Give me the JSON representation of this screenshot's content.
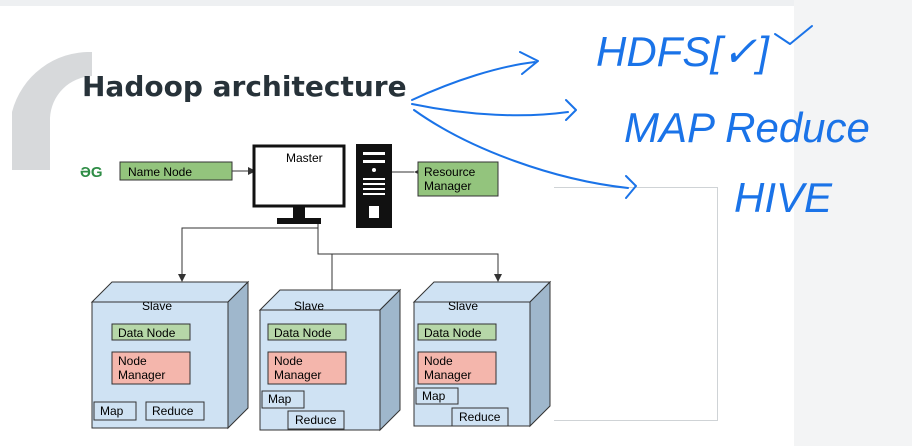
{
  "slide": {
    "heading": "Hadoop architecture"
  },
  "diagram": {
    "logo_text": "ƏG",
    "name_node": "Name Node",
    "master": "Master",
    "resource_manager": [
      "Resource",
      "Manager"
    ],
    "slaves": [
      {
        "title": "Slave",
        "data_node": "Data Node",
        "node_manager": [
          "Node",
          "Manager"
        ],
        "map": "Map",
        "reduce": "Reduce"
      },
      {
        "title": "Slave",
        "data_node": "Data Node",
        "node_manager": [
          "Node",
          "Manager"
        ],
        "map": "Map",
        "reduce": "Reduce"
      },
      {
        "title": "Slave",
        "data_node": "Data Node",
        "node_manager": [
          "Node",
          "Manager"
        ],
        "map": "Map",
        "reduce": "Reduce"
      }
    ],
    "colors": {
      "slave_face": "#cfe2f3",
      "data_node": "#b6d7a8",
      "node_manager": "#f4b6ac",
      "name_node": "#93c47d",
      "ink": "#1a73e8"
    }
  },
  "annotations": {
    "hdfs": "HDFS[✓]",
    "mapreduce": "MAP Reduce",
    "hive": "HIVE"
  }
}
